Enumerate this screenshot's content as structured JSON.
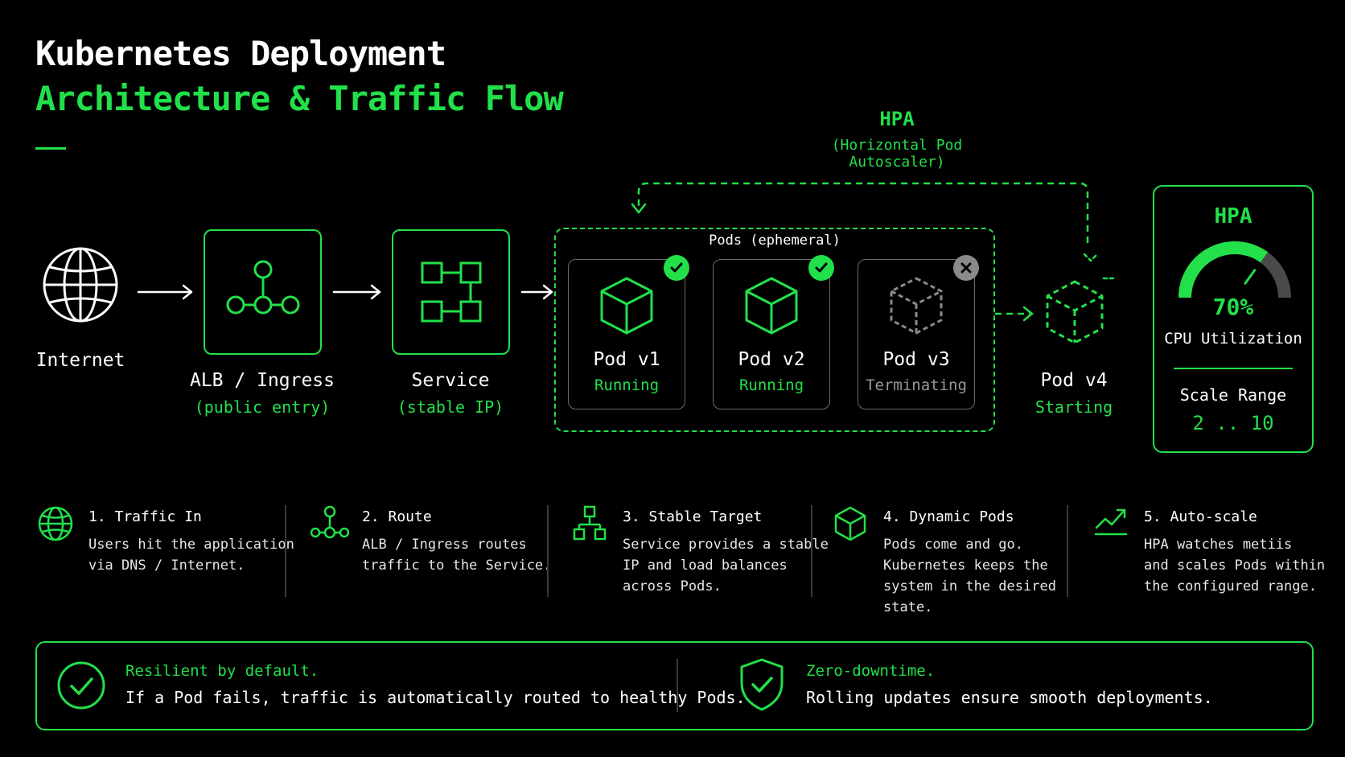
{
  "header": {
    "title": "Kubernetes Deployment",
    "subtitle": "Architecture & Traffic Flow"
  },
  "hpa_top": {
    "label": "HPA",
    "sublabel": "(Horizontal Pod Autoscaler)"
  },
  "flow": {
    "internet": {
      "label": "Internet"
    },
    "alb": {
      "label": "ALB / Ingress",
      "sub": "(public entry)"
    },
    "service": {
      "label": "Service",
      "sub": "(stable IP)"
    },
    "pods_title": "Pods (ephemeral)",
    "pods": [
      {
        "name": "Pod v1",
        "state": "Running"
      },
      {
        "name": "Pod v2",
        "state": "Running"
      },
      {
        "name": "Pod v3",
        "state": "Terminating"
      }
    ],
    "pod4": {
      "name": "Pod v4",
      "state": "Starting"
    }
  },
  "hpa_card": {
    "title": "HPA",
    "percent_value": 70,
    "percent_label": "70%",
    "metric_label": "CPU Utilization",
    "scale_label": "Scale Range",
    "scale_value": "2 .. 10"
  },
  "steps": [
    {
      "title": "1. Traffic In",
      "desc": "Users hit the application\nvia DNS / Internet."
    },
    {
      "title": "2. Route",
      "desc": "ALB / Ingress routes\ntraffic to the Service."
    },
    {
      "title": "3. Stable Target",
      "desc": "Service provides a stable\nIP and load balances\nacross Pods."
    },
    {
      "title": "4. Dynamic Pods",
      "desc": "Pods come and go.\nKubernetes keeps the\nsystem in the desired\nstate."
    },
    {
      "title": "5. Auto-scale",
      "desc": "HPA watches metiis\nand scales Pods within\nthe configured range."
    }
  ],
  "bottom": {
    "left_title": "Resilient by default.",
    "left_desc": "If a Pod fails, traffic is automatically routed to healthy Pods.",
    "right_title": "Zero-downtime.",
    "right_desc": "Rolling updates ensure smooth deployments."
  },
  "colors": {
    "accent": "#22e04a",
    "background": "#000000",
    "muted": "#999999"
  },
  "icons": [
    "globe-icon",
    "ingress-icon",
    "service-icon",
    "cube-icon",
    "check-icon",
    "close-icon",
    "chart-up-icon",
    "shield-check-icon",
    "gauge-icon"
  ]
}
